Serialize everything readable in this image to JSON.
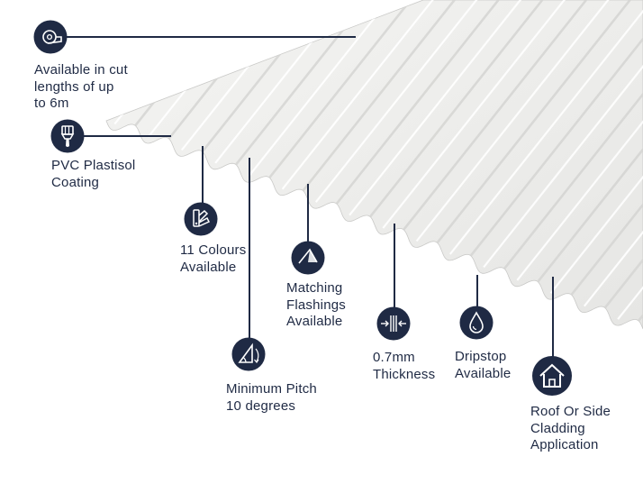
{
  "features": [
    {
      "id": "cut-lengths",
      "icon": "tape-measure-icon",
      "lines": [
        "Available in cut",
        "lengths of up",
        "to 6m"
      ]
    },
    {
      "id": "coating",
      "icon": "paint-brush-icon",
      "lines": [
        "PVC Plastisol",
        "Coating"
      ]
    },
    {
      "id": "colours",
      "icon": "colour-swatch-icon",
      "lines": [
        "11 Colours",
        "Available"
      ]
    },
    {
      "id": "flashings",
      "icon": "flashing-icon",
      "lines": [
        "Matching",
        "Flashings",
        "Available"
      ]
    },
    {
      "id": "pitch",
      "icon": "pitch-angle-icon",
      "lines": [
        "Minimum Pitch",
        "10 degrees"
      ]
    },
    {
      "id": "thickness",
      "icon": "thickness-icon",
      "lines": [
        "0.7mm",
        "Thickness"
      ]
    },
    {
      "id": "dripstop",
      "icon": "water-drop-icon",
      "lines": [
        "Dripstop",
        "Available"
      ]
    },
    {
      "id": "cladding",
      "icon": "house-icon",
      "lines": [
        "Roof Or Side",
        "Cladding",
        "Application"
      ]
    }
  ],
  "colors": {
    "navy": "#1f2a44",
    "sheet": "#eeeeec",
    "sheet_shadow": "#d4d4d2"
  }
}
